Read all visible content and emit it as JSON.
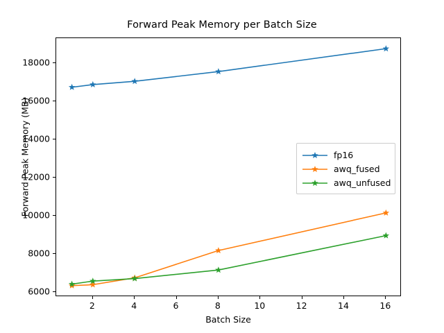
{
  "chart_data": {
    "type": "line",
    "title": "Forward Peak Memory per Batch Size",
    "xlabel": "Batch Size",
    "ylabel": "Forward Peak Memory (MB)",
    "x": [
      1,
      2,
      4,
      8,
      16
    ],
    "xlim": [
      0.25,
      16.75
    ],
    "ylim": [
      5750,
      19300
    ],
    "xticks": [
      2,
      4,
      6,
      8,
      10,
      12,
      14,
      16
    ],
    "xtick_labels": [
      "2",
      "4",
      "6",
      "8",
      "10",
      "12",
      "14",
      "16"
    ],
    "yticks": [
      6000,
      8000,
      10000,
      12000,
      14000,
      16000,
      18000
    ],
    "ytick_labels": [
      "6000",
      "8000",
      "10000",
      "12000",
      "14000",
      "16000",
      "18000"
    ],
    "grid": false,
    "legend_position": "center right",
    "marker": "star",
    "series": [
      {
        "name": "fp16",
        "color": "#1f77b4",
        "values": [
          16730,
          16870,
          17040,
          17550,
          18750
        ]
      },
      {
        "name": "awq_fused",
        "color": "#ff7f0e",
        "values": [
          6340,
          6390,
          6750,
          8180,
          10150
        ]
      },
      {
        "name": "awq_unfused",
        "color": "#2ca02c",
        "values": [
          6420,
          6580,
          6710,
          7160,
          8960
        ]
      }
    ]
  }
}
